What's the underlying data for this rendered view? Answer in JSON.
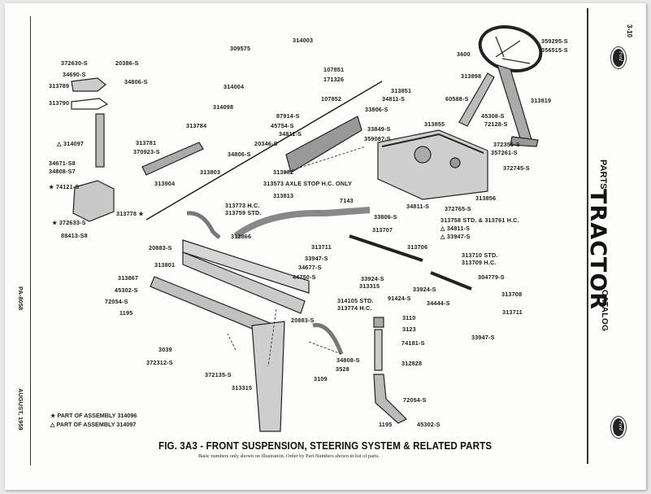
{
  "page": {
    "page_number": "3-10",
    "side_title": {
      "prefix": "PARTS",
      "main": "TRACTOR",
      "suffix": "CATALOG"
    },
    "left_margin": {
      "publication_code": "PA-8058",
      "date": "AUGUST, 1959"
    }
  },
  "figure": {
    "caption": "FIG. 3A3 - FRONT SUSPENSION, STEERING SYSTEM & RELATED PARTS",
    "subcaption": "Basic numbers only shown on illustration. Order by Part Numbers shown in list of parts.",
    "legend": [
      {
        "symbol": "★",
        "text": "PART OF ASSEMBLY 314096"
      },
      {
        "symbol": "△",
        "text": "PART OF ASSEMBLY 314097"
      }
    ],
    "callouts": [
      "372630-S",
      "20386-S",
      "34690-S",
      "34806-S",
      "313789",
      "313790",
      "△ 314097",
      "313781",
      "370923-S",
      "34671-S8",
      "34808-S7",
      "313904",
      "★ 74121-S",
      "313778 ★",
      "★ 372633-S",
      "88413-S8",
      "309575",
      "314003",
      "107851",
      "171326",
      "107852",
      "314004",
      "87914-S",
      "314098",
      "313784",
      "45754-S",
      "34811-S",
      "20346-S",
      "34806-S",
      "313803",
      "313882",
      "313573 AXLE STOP H.C. ONLY",
      "359295-S",
      "356515-S",
      "3600",
      "313898",
      "313819",
      "313851",
      "34811-S",
      "33806-S",
      "60588-S",
      "313855",
      "45308-S",
      "72128-S",
      "33849-S",
      "359087-S",
      "372355-S",
      "357261-S",
      "372745-S",
      "313856",
      "372765-S",
      "7143",
      "34811-S",
      "33806-S",
      "313813",
      "313773 H.C.",
      "313759 STD.",
      "313758 STD. & 313761 H.C.",
      "△ 34811-S",
      "△ 33947-S",
      "313707",
      "313706",
      "313711",
      "33947-S",
      "34677-S",
      "44750-S",
      "313315",
      "33924-S",
      "33924-S",
      "91424-S",
      "313710 STD.",
      "313709 H.C.",
      "304779-S",
      "313708",
      "34444-S",
      "313711",
      "33947-S",
      "20883-S",
      "313866",
      "313801",
      "313867",
      "45302-S",
      "72054-S",
      "1195",
      "314105 STD.",
      "313774 H.C.",
      "20883-S",
      "34808-S",
      "3528",
      "3109",
      "3039",
      "372312-S",
      "372135-S",
      "313315",
      "3110",
      "3123",
      "74181-S",
      "312828",
      "72054-S",
      "1195",
      "45302-S"
    ]
  }
}
